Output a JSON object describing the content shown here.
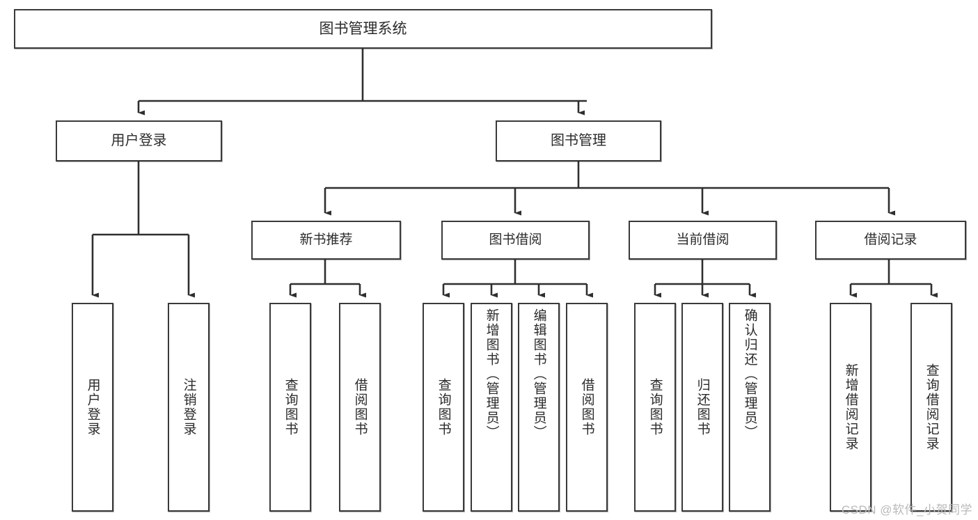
{
  "diagram": {
    "title": "图书管理系统",
    "type": "hierarchy-tree",
    "background_color": "#ffffff",
    "border_color": "#3a3a3a",
    "text_color": "#2b2b2b",
    "watermark": "CSDN @软件_小贺同学",
    "nodes": {
      "root": {
        "label": "图书管理系统"
      },
      "level1": [
        {
          "id": "user-login",
          "label": "用户登录"
        },
        {
          "id": "book-manage",
          "label": "图书管理"
        }
      ],
      "level2": [
        {
          "id": "new-book-recommend",
          "label": "新书推荐"
        },
        {
          "id": "book-borrow",
          "label": "图书借阅"
        },
        {
          "id": "current-borrow",
          "label": "当前借阅"
        },
        {
          "id": "borrow-record",
          "label": "借阅记录"
        }
      ],
      "leaves": {
        "user_login": [
          {
            "id": "leaf-user-login",
            "label": "用户登录"
          },
          {
            "id": "leaf-logout-login",
            "label": "注销登录"
          }
        ],
        "new_book_recommend": [
          {
            "id": "leaf-query-book-1",
            "label": "查询图书"
          },
          {
            "id": "leaf-borrow-book-1",
            "label": "借阅图书"
          }
        ],
        "book_borrow": [
          {
            "id": "leaf-query-book-2",
            "label": "查询图书"
          },
          {
            "id": "leaf-add-book",
            "label": "新增图书（管理员）"
          },
          {
            "id": "leaf-edit-book",
            "label": "编辑图书（管理员）"
          },
          {
            "id": "leaf-borrow-book-2",
            "label": "借阅图书"
          }
        ],
        "current_borrow": [
          {
            "id": "leaf-query-book-3",
            "label": "查询图书"
          },
          {
            "id": "leaf-return-book",
            "label": "归还图书"
          },
          {
            "id": "leaf-confirm-return",
            "label": "确认归还（管理员）"
          }
        ],
        "borrow_record": [
          {
            "id": "leaf-add-record",
            "label": "新增借阅记录"
          },
          {
            "id": "leaf-query-record",
            "label": "查询借阅记录"
          }
        ]
      }
    }
  }
}
